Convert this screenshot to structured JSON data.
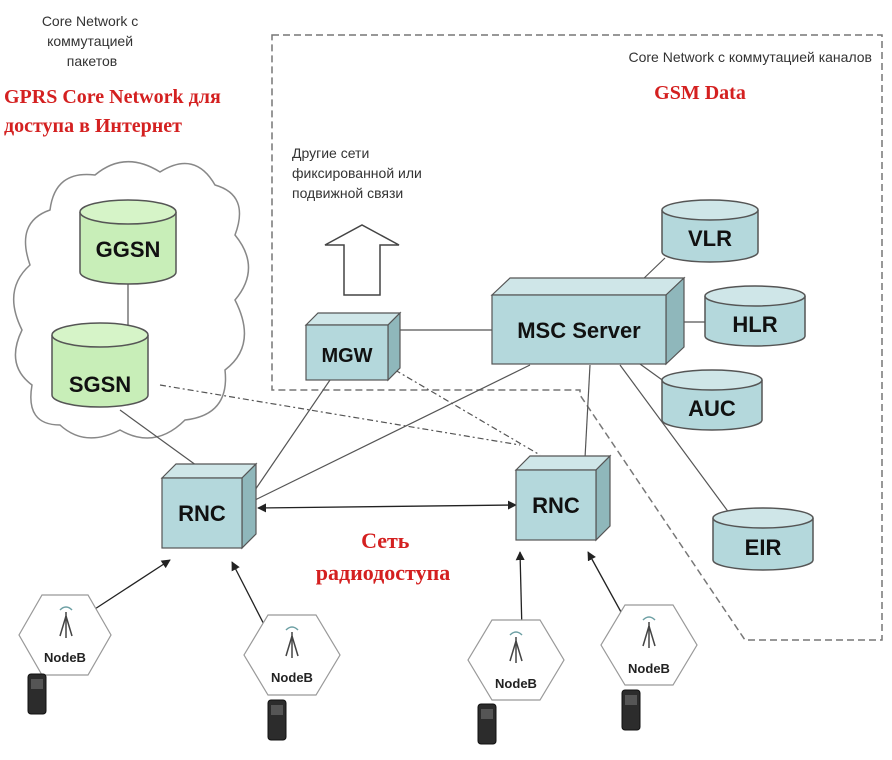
{
  "labels": {
    "packet_core": [
      "Core Network с",
      "коммутацией",
      "пакетов"
    ],
    "circuit_core": "Core Network с коммутацией каналов",
    "gprs_title": [
      "GPRS Core Network для",
      "доступа в Интернет"
    ],
    "gsm_title": "GSM Data",
    "other_networks": [
      "Другие сети",
      "фиксированной или",
      "подвижной связи"
    ],
    "radio_access": [
      "Сеть",
      "радиодоступа"
    ]
  },
  "nodes": {
    "ggsn": "GGSN",
    "sgsn": "SGSN",
    "mgw": "MGW",
    "msc": "MSC Server",
    "vlr": "VLR",
    "hlr": "HLR",
    "auc": "AUC",
    "eir": "EIR",
    "rnc_left": "RNC",
    "rnc_right": "RNC"
  },
  "nodebs": [
    "NodeB",
    "NodeB",
    "NodeB",
    "NodeB"
  ],
  "colors": {
    "cylinder_green": "#c8eeb8",
    "box_teal": "#b4d8dc",
    "red_text": "#d42020",
    "line": "#555555"
  }
}
